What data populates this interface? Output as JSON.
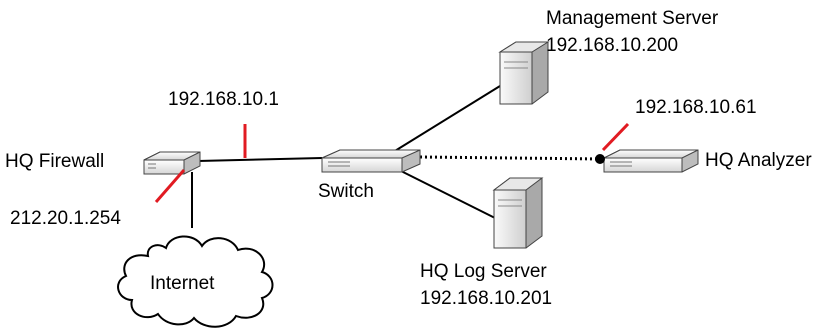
{
  "devices": {
    "hq_firewall": {
      "label": "HQ Firewall"
    },
    "switch": {
      "label": "Switch"
    },
    "management_server": {
      "label": "Management Server",
      "ip": "192.168.10.200"
    },
    "hq_log_server": {
      "label": "HQ Log Server",
      "ip": "192.168.10.201"
    },
    "hq_analyzer": {
      "label": "HQ Analyzer"
    },
    "internet": {
      "label": "Internet"
    }
  },
  "interfaces": {
    "firewall_internal": "192.168.10.1",
    "firewall_external": "212.20.1.254",
    "analyzer_port": "192.168.10.61"
  },
  "colors": {
    "ip_marker": "#e11b22",
    "link": "#000000",
    "device_face": "#f2f2f2",
    "device_shadow": "#7a7a7a"
  }
}
